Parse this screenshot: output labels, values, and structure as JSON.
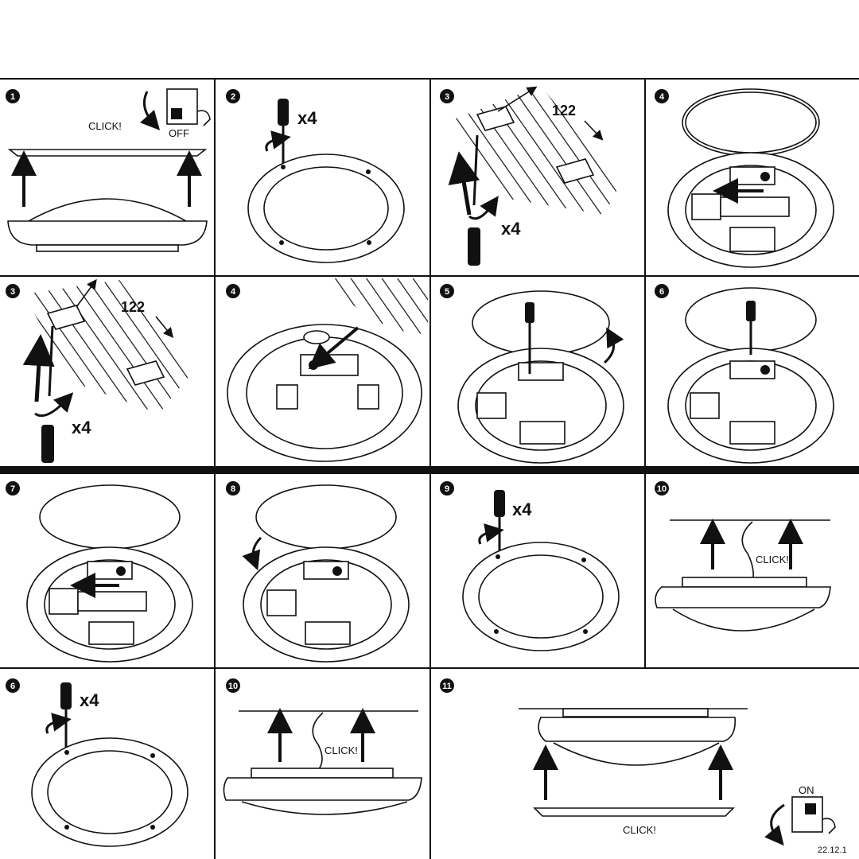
{
  "panels": [
    {
      "step": "1",
      "labels": [
        "CLICK!",
        "OFF"
      ]
    },
    {
      "step": "2",
      "labels": [
        "x4"
      ]
    },
    {
      "step": "3",
      "labels": [
        "122",
        "x4"
      ]
    },
    {
      "step": "4",
      "labels": []
    },
    {
      "step": "3",
      "labels": [
        "122",
        "x4"
      ]
    },
    {
      "step": "4",
      "labels": []
    },
    {
      "step": "5",
      "labels": []
    },
    {
      "step": "6",
      "labels": []
    },
    {
      "step": "7",
      "labels": []
    },
    {
      "step": "8",
      "labels": []
    },
    {
      "step": "9",
      "labels": [
        "x4"
      ]
    },
    {
      "step": "10",
      "labels": [
        "CLICK!"
      ]
    },
    {
      "step": "6",
      "labels": [
        "x4"
      ]
    },
    {
      "step": "10",
      "labels": [
        "CLICK!"
      ]
    },
    {
      "step": "11",
      "labels": [
        "CLICK!",
        "ON"
      ]
    }
  ],
  "footer": {
    "date_code": "22.12.1"
  }
}
